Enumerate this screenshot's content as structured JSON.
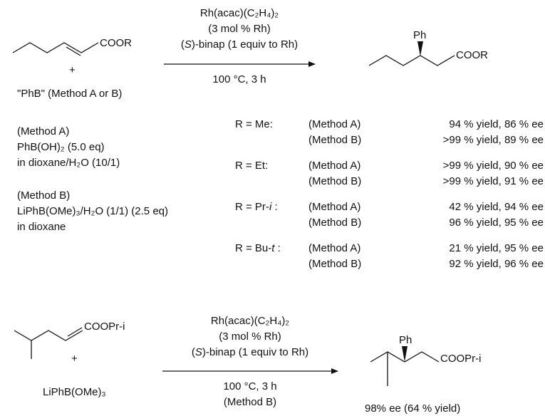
{
  "scheme1": {
    "reactant_group": "COOR",
    "plus": "+",
    "reagent": "\"PhB\" (Method A or B)",
    "conditions": {
      "catalyst": "Rh(acac)(C₂H₄)₂",
      "loading": "(3 mol % Rh)",
      "ligand_paren_open": "(",
      "ligand_stereo": "S",
      "ligand_rest": ")-binap (1 equiv to Rh)",
      "temp_time": "100 °C, 3 h"
    },
    "product_sub": "Ph",
    "product_group": "COOR"
  },
  "methods": {
    "a": {
      "title": "(Method A)",
      "line1": "PhB(OH)₂ (5.0 eq)",
      "line2": "in dioxane/H₂O (10/1)"
    },
    "b": {
      "title": "(Method B)",
      "line1": "LiPhB(OMe)₃/H₂O (1/1) (2.5 eq)",
      "line2": "in dioxane"
    }
  },
  "results": [
    {
      "r": "R = Me:",
      "a_label": "(Method A)",
      "a_val": "94 % yield, 86 % ee",
      "b_label": "(Method B)",
      "b_val": ">99 % yield, 89 % ee"
    },
    {
      "r": "R =  Et:",
      "a_label": "(Method A)",
      "a_val": ">99 % yield, 90 % ee",
      "b_label": "(Method B)",
      "b_val": ">99 % yield, 91 % ee"
    },
    {
      "r_main": "R = Pr-",
      "r_italic": "i",
      "r_tail": " :",
      "a_label": "(Method A)",
      "a_val": "42 % yield, 94 % ee",
      "b_label": "(Method B)",
      "b_val": "96 % yield, 95 % ee"
    },
    {
      "r_main": "R = Bu-",
      "r_italic": "t",
      "r_tail": " :",
      "a_label": "(Method A)",
      "a_val": "21 % yield, 95 % ee",
      "b_label": "(Method B)",
      "b_val": "92 % yield, 96 % ee"
    }
  ],
  "scheme2": {
    "reactant_group": "COOPr-i",
    "plus": "+",
    "reagent": "LiPhB(OMe)₃",
    "conditions": {
      "catalyst": "Rh(acac)(C₂H₄)₂",
      "loading": "(3 mol % Rh)",
      "ligand_paren_open": "(",
      "ligand_stereo": "S",
      "ligand_rest": ")-binap (1 equiv to Rh)",
      "temp_time": "100 °C, 3 h",
      "method": "(Method B)"
    },
    "product_sub": "Ph",
    "product_group": "COOPr-i",
    "result": "98% ee (64 % yield)"
  }
}
